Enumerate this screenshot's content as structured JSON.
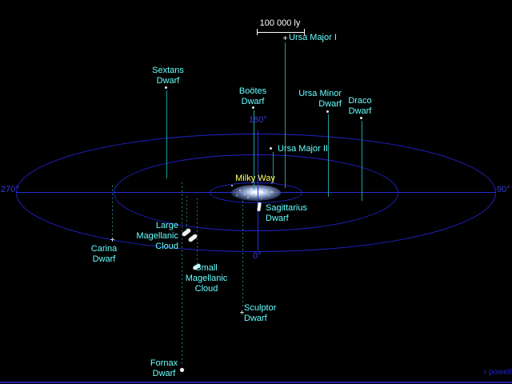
{
  "map": {
    "scale_bar_label": "100 000 ly",
    "credit": "r powell",
    "axis_labels": {
      "top": "180°",
      "left": "270°",
      "right": "90°",
      "bottom": "0°"
    },
    "center_object": {
      "label": "Milky Way"
    }
  },
  "colors": {
    "background": "#000000",
    "grid_blue": "#2222CC",
    "label_cyan": "#66FFFF",
    "milky_way_yellow": "#FFFF66",
    "connector_teal": "#1F9E9E",
    "scale_bar_white": "#FFFFFF",
    "credit_blue": "#2222BB"
  },
  "galaxies": {
    "ursa_major_i": {
      "lines": [
        "Ursa Major I"
      ]
    },
    "sextans": {
      "lines": [
        "Sextans",
        "Dwarf"
      ]
    },
    "bootes": {
      "lines": [
        "Boötes",
        "Dwarf"
      ]
    },
    "ursa_minor": {
      "lines": [
        "Ursa Minor",
        "Dwarf"
      ]
    },
    "draco": {
      "lines": [
        "Draco",
        "Dwarf"
      ]
    },
    "ursa_major_ii": {
      "lines": [
        "Ursa Major II"
      ]
    },
    "sagittarius": {
      "lines": [
        "Sagittarius",
        "Dwarf"
      ]
    },
    "large_magellanic": {
      "lines": [
        "Large",
        "Magellanic",
        "Cloud"
      ]
    },
    "small_magellanic": {
      "lines": [
        "Small",
        "Magellanic",
        "Cloud"
      ]
    },
    "carina": {
      "lines": [
        "Carina",
        "Dwarf"
      ]
    },
    "sculptor": {
      "lines": [
        "Sculptor",
        "Dwarf"
      ]
    },
    "fornax": {
      "lines": [
        "Fornax",
        "Dwarf"
      ]
    }
  }
}
